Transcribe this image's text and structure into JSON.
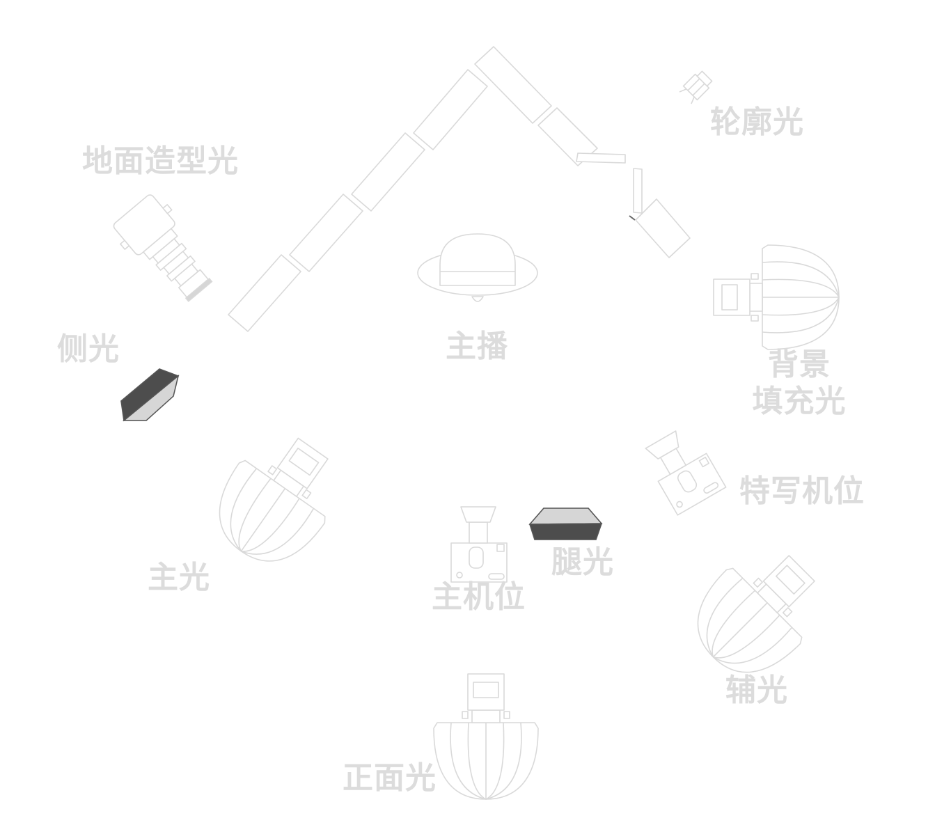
{
  "labels": {
    "ground_light": "地面造型光",
    "rim_light": "轮廓光",
    "host": "主播",
    "side_light": "侧光",
    "background_fill_line1": "背景",
    "background_fill_line2": "填充光",
    "closeup_camera": "特写机位",
    "key_light": "主光",
    "main_camera": "主机位",
    "leg_light": "腿光",
    "fill_light": "辅光",
    "front_light": "正面光"
  },
  "colors": {
    "label": "#dcdcdc",
    "outline": "#d9d9d9",
    "dark_panel": "#4d4d4d",
    "light_panel": "#d6d6d6"
  },
  "icons": {
    "backdrop_wall": "folding-wall-icon",
    "softbox": "parabolic-softbox-icon",
    "spotlight": "spotlight-icon",
    "camera": "camera-icon",
    "panel": "led-panel-icon",
    "host": "host-topdown-icon"
  }
}
